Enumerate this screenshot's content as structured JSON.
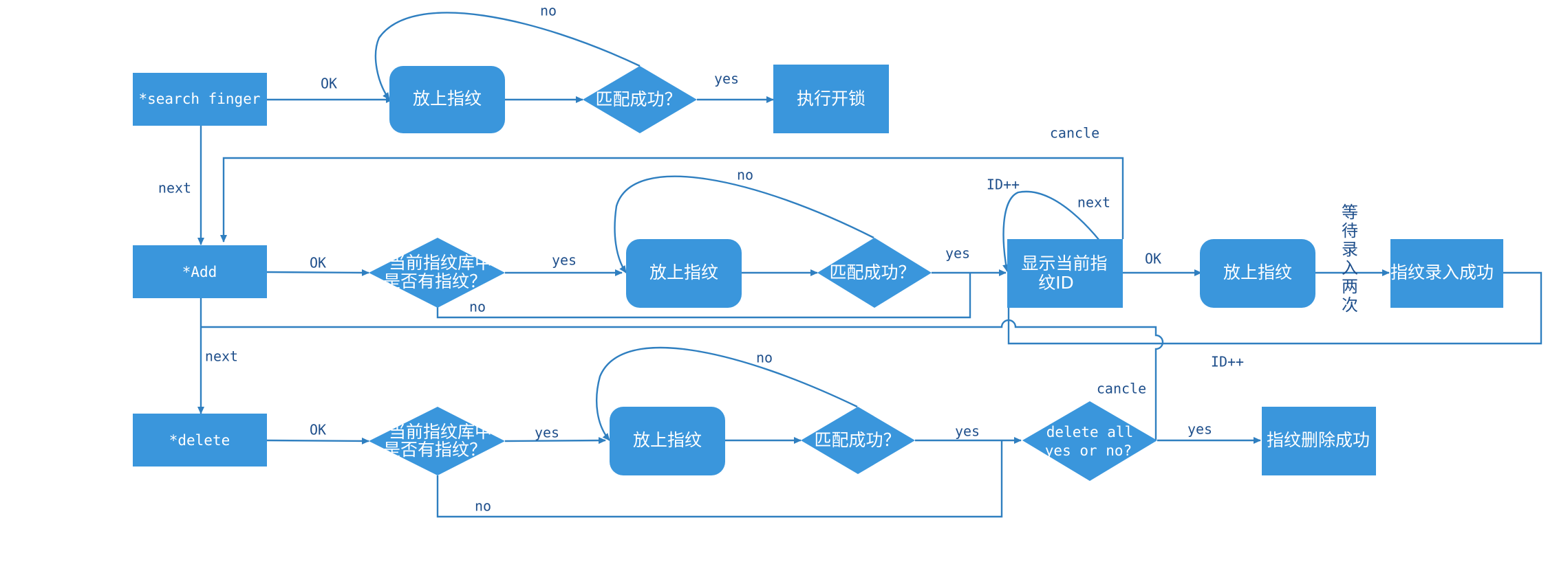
{
  "nodes": {
    "search_finger": "*search finger",
    "add": "*Add",
    "delete": "*delete",
    "place_finger": "放上指纹",
    "match_success_q": "匹配成功？",
    "unlock": "执行开锁",
    "db_has_finger_q_line1": "当前指纹库中",
    "db_has_finger_q_line2": "是否有指纹？",
    "show_id_line1": "显示当前指",
    "show_id_line2": "纹ID",
    "enroll_success": "指纹录入成功",
    "wait_enroll_twice": [
      "等",
      "待",
      "录",
      "入",
      "两",
      "次"
    ],
    "delete_all_q_line1": "delete all",
    "delete_all_q_line2": "yes or no?",
    "delete_success": "指纹删除成功"
  },
  "labels": {
    "ok": "OK",
    "yes": "yes",
    "no": "no",
    "next": "next",
    "cancle": "cancle",
    "id_inc": "ID++"
  },
  "colors": {
    "node_fill": "#3a96dc",
    "edge": "#2f7fc0",
    "label": "#1f4f8b"
  }
}
